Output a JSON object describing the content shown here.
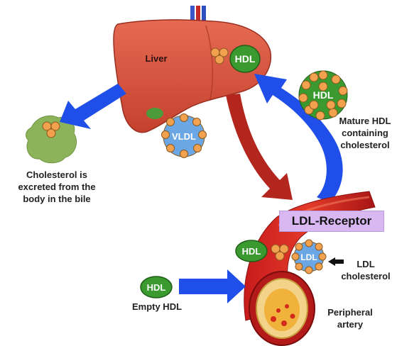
{
  "labels": {
    "liver": "Liver",
    "hdl_liver": "HDL",
    "vldl": "VLDL",
    "hdl_mature": "HDL",
    "mature_hdl": "Mature HDL\ncontaining\ncholesterol",
    "cholesterol_excreted": "Cholesterol is\nexcreted from the\nbody in the bile",
    "ldl_receptor": "LDL-Receptor",
    "hdl_artery": "HDL",
    "ldl_badge": "LDL",
    "ldl_cholesterol": "LDL\ncholesterol",
    "hdl_empty": "HDL",
    "empty_hdl": "Empty HDL",
    "peripheral_artery": "Peripheral\nartery"
  },
  "colors": {
    "liver": "#d9543f",
    "hdl_green": "#3a9a2f",
    "vldl_blue": "#6aa7e4",
    "cholesterol_orange": "#f2a24f",
    "blue_arrow": "#1f4fe8",
    "red_arrow": "#b3261e",
    "bile_green": "#8db35a",
    "receptor_purple": "#d9b8f2"
  }
}
